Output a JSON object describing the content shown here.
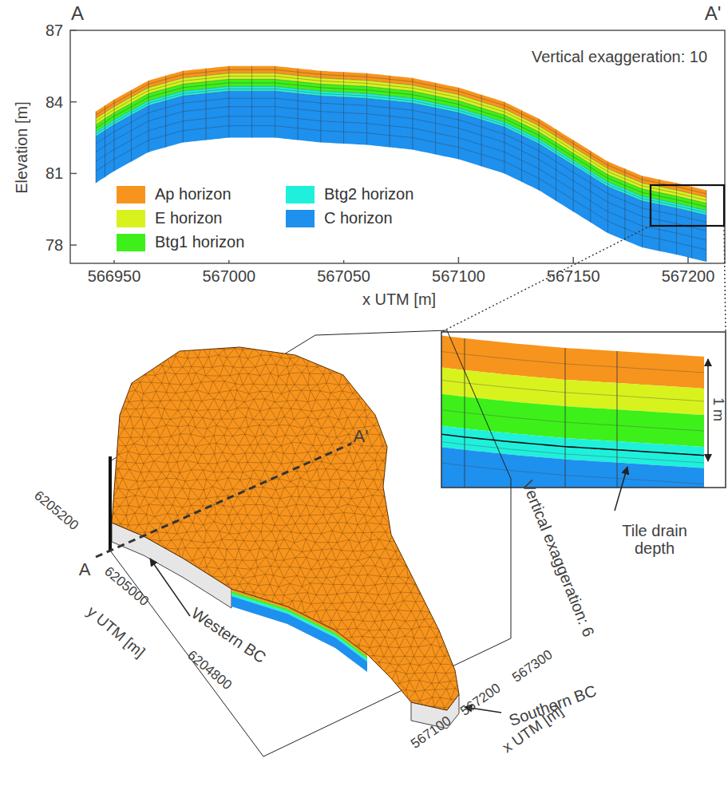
{
  "diagram": {
    "labels": [
      "A",
      "A'",
      "87",
      "84",
      "81",
      "78",
      "Elevation [m]",
      "Vertical exaggeration: 10",
      "566950",
      "567000",
      "567050",
      "567100",
      "567150",
      "567200",
      "x UTM [m]",
      "1 m",
      "Tile drain depth",
      "A",
      "A'",
      "Western BC",
      "Southern BC",
      "Vertical exaggeration: 6",
      "6205200",
      "6205000",
      "6204800",
      "y UTM [m]",
      "567100",
      "567200",
      "567300",
      "x UTM [m]"
    ],
    "legend": [
      {
        "text": "Ap horizon",
        "color": "#f7941d"
      },
      {
        "text": "E horizon",
        "color": "#d8f21e"
      },
      {
        "text": "Btg1 horizon",
        "color": "#3df01a"
      },
      {
        "text": "Btg2 horizon",
        "color": "#1ff0dc"
      },
      {
        "text": "C horizon",
        "color": "#1e90ee"
      }
    ]
  }
}
